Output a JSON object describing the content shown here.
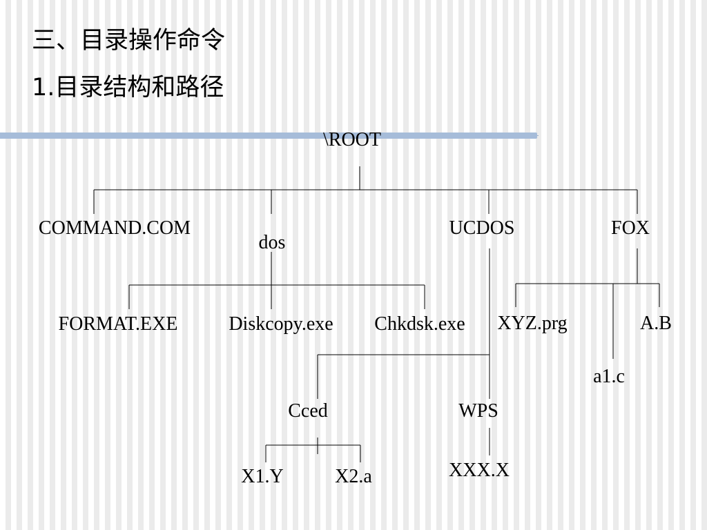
{
  "slide": {
    "title_line1": "三、目录操作命令",
    "title_line2": "1.目录结构和路径"
  },
  "tree": {
    "root": "\\ROOT",
    "level1": {
      "command_com": "COMMAND.COM",
      "dos": "dos",
      "ucdos": "UCDOS",
      "fox": "FOX"
    },
    "dos_children": {
      "format_exe": "FORMAT.EXE",
      "diskcopy_exe": "Diskcopy.exe",
      "chkdsk_exe": "Chkdsk.exe"
    },
    "fox_children": {
      "xyz_prg": "XYZ.prg",
      "a_b": "A.B",
      "a1_c": "a1.c"
    },
    "ucdos_children": {
      "cced": "Cced",
      "wps": "WPS"
    },
    "cced_children": {
      "x1_y": "X1.Y",
      "x2_a": "X2.a"
    },
    "wps_children": {
      "xxx_x": "XXX.X"
    }
  }
}
